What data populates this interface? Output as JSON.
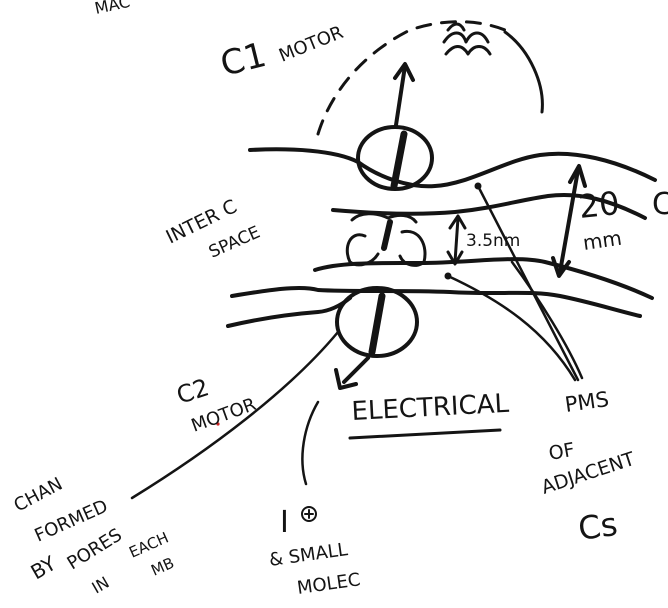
{
  "labels": {
    "top_cut": "MAC",
    "cell1": "C1",
    "motor": "MOTOR",
    "cell2": "C2",
    "inter_cell": "INTER C",
    "space": "SPACE",
    "gap": "3.5nm",
    "thickness": "20",
    "thickness_unit": "mm",
    "right_cut": "C",
    "electrical": "ELECTRICAL",
    "pms_1": "PMS",
    "pms_2": "OF",
    "pms_3": "ADJACENT",
    "pms_4": "Cs",
    "chan_1": "CHAN",
    "chan_2": "FORMED",
    "chan_3": "BY",
    "chan_4": "PORES",
    "chan_5": "IN",
    "chan_6": "EACH",
    "chan_7": "MB",
    "ion_1": "I",
    "ion_2": "& SMALL",
    "ion_3": "MOLEC"
  }
}
